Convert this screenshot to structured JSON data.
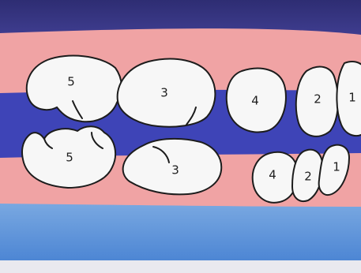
{
  "diagram": {
    "colors": {
      "top_band": "#3b3a86",
      "gum": "#f0a3a4",
      "tongue": "#3e44b7",
      "bottom_band": "#4d86d4",
      "bottom_band_light": "#79a8e1",
      "tooth_fill": "#f7f7f7",
      "outline": "#1c1c1c"
    },
    "upper_teeth": [
      {
        "label": "5"
      },
      {
        "label": "3"
      },
      {
        "label": "4"
      },
      {
        "label": "2"
      },
      {
        "label": "1"
      }
    ],
    "lower_teeth": [
      {
        "label": "5"
      },
      {
        "label": "3"
      },
      {
        "label": "4"
      },
      {
        "label": "2"
      },
      {
        "label": "1"
      }
    ]
  }
}
